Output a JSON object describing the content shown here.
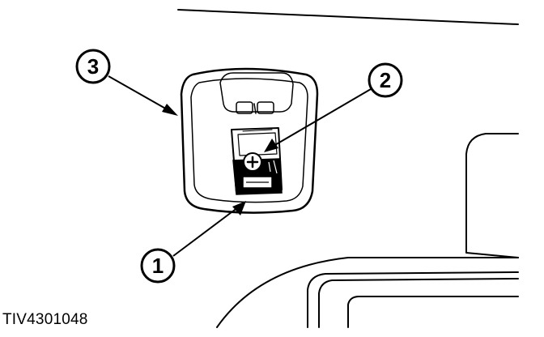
{
  "callouts": [
    {
      "id": "1",
      "label": "1"
    },
    {
      "id": "2",
      "label": "2"
    },
    {
      "id": "3",
      "label": "3"
    }
  ],
  "figure_id": "TIV4301048"
}
